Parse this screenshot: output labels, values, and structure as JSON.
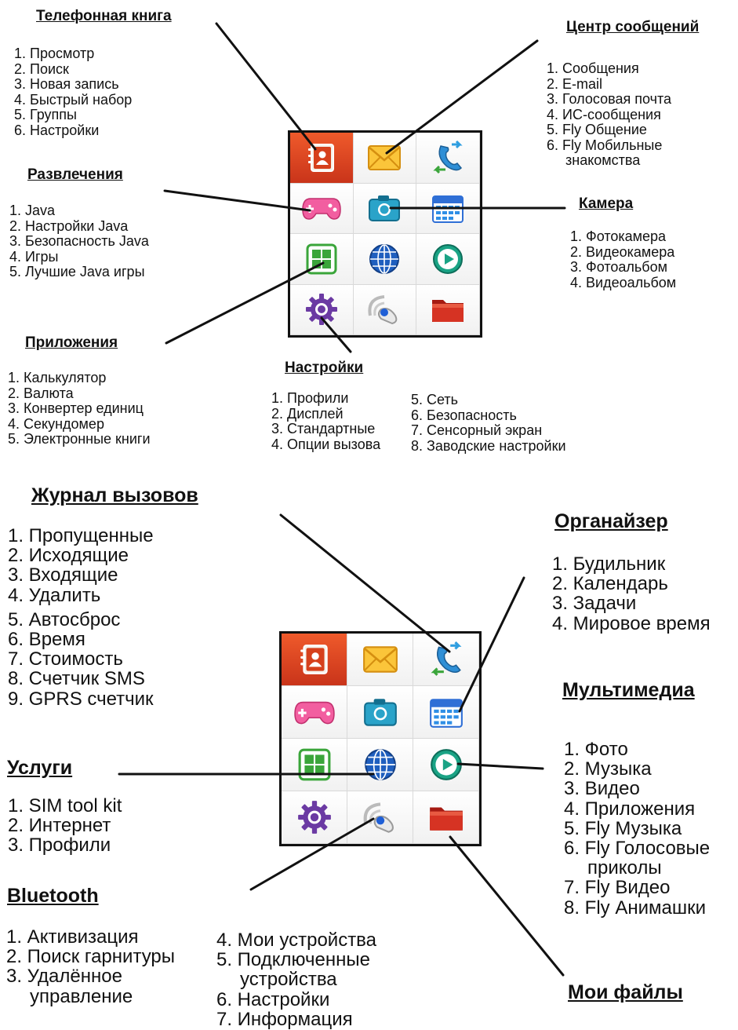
{
  "top": {
    "phonebook": {
      "title": "Телефонная книга",
      "items": [
        "1. Просмотр",
        "2. Поиск",
        "3. Новая запись",
        "4. Быстрый набор",
        "5. Группы",
        "6. Настройки"
      ]
    },
    "messages": {
      "title": "Центр сообщений",
      "items": [
        "1. Сообщения",
        "2. E-mail",
        "3. Голосовая почта",
        "4. ИС-сообщения",
        "5. Fly Общение",
        "6. Fly Мобильные",
        "знакомства"
      ]
    },
    "entertainment": {
      "title": "Развлечения",
      "items": [
        "1. Java",
        "2. Настройки Java",
        "3. Безопасность Java",
        "4. Игры",
        "5. Лучшие Java игры"
      ]
    },
    "camera": {
      "title": "Камера",
      "items": [
        "1. Фотокамера",
        "2. Видеокамера",
        "3. Фотоальбом",
        "4. Видеоальбом"
      ]
    },
    "applications": {
      "title": "Приложения",
      "items": [
        "1. Калькулятор",
        "2. Валюта",
        "3. Конвертер единиц",
        "4. Секундомер",
        "5. Электронные книги"
      ]
    },
    "settings": {
      "title": "Настройки",
      "items_left": [
        "1. Профили",
        "2. Дисплей",
        "3. Стандартные",
        "4. Опции вызова"
      ],
      "items_right": [
        "5. Сеть",
        "6. Безопасность",
        "7. Сенсорный экран",
        "8. Заводские настройки"
      ]
    }
  },
  "bottom": {
    "calllog": {
      "title": "Журнал вызовов",
      "items": [
        "1. Пропущенные",
        "2. Исходящие",
        "3. Входящие",
        "4. Удалить",
        "5. Автосброс",
        "6. Время",
        "7. Стоимость",
        "8. Счетчик SMS",
        "9. GPRS счетчик"
      ]
    },
    "organizer": {
      "title": "Органайзер",
      "items": [
        "1. Будильник",
        "2. Календарь",
        "3. Задачи",
        "4. Мировое время"
      ]
    },
    "multimedia": {
      "title": "Мультимедиа",
      "items": [
        "1. Фото",
        "2. Музыка",
        "3. Видео",
        "4. Приложения",
        "5. Fly Музыка",
        "6. Fly Голосовые",
        "приколы",
        "7. Fly Видео",
        "8. Fly Анимашки"
      ]
    },
    "services": {
      "title": "Услуги",
      "items": [
        "1. SIM tool kit",
        "2. Интернет",
        "3. Профили"
      ]
    },
    "bluetooth": {
      "title": "Bluetooth",
      "items_left": [
        "1. Активизация",
        "2. Поиск гарнитуры",
        "3. Удалённое",
        "управление"
      ],
      "items_right": [
        "4. Мои устройства",
        "5. Подключенные",
        "устройства",
        "6. Настройки",
        "7. Информация"
      ]
    },
    "myfiles": {
      "title": "Мои файлы"
    }
  },
  "icons": [
    "phonebook-icon",
    "envelope-icon",
    "call-log-icon",
    "gamepad-icon",
    "camera-icon",
    "calendar-icon",
    "apps-icon",
    "globe-icon",
    "play-icon",
    "gear-icon",
    "bluetooth-headset-icon",
    "folder-icon"
  ],
  "colors": {
    "selected": "#dd4a22",
    "leader_line": "#111111"
  }
}
